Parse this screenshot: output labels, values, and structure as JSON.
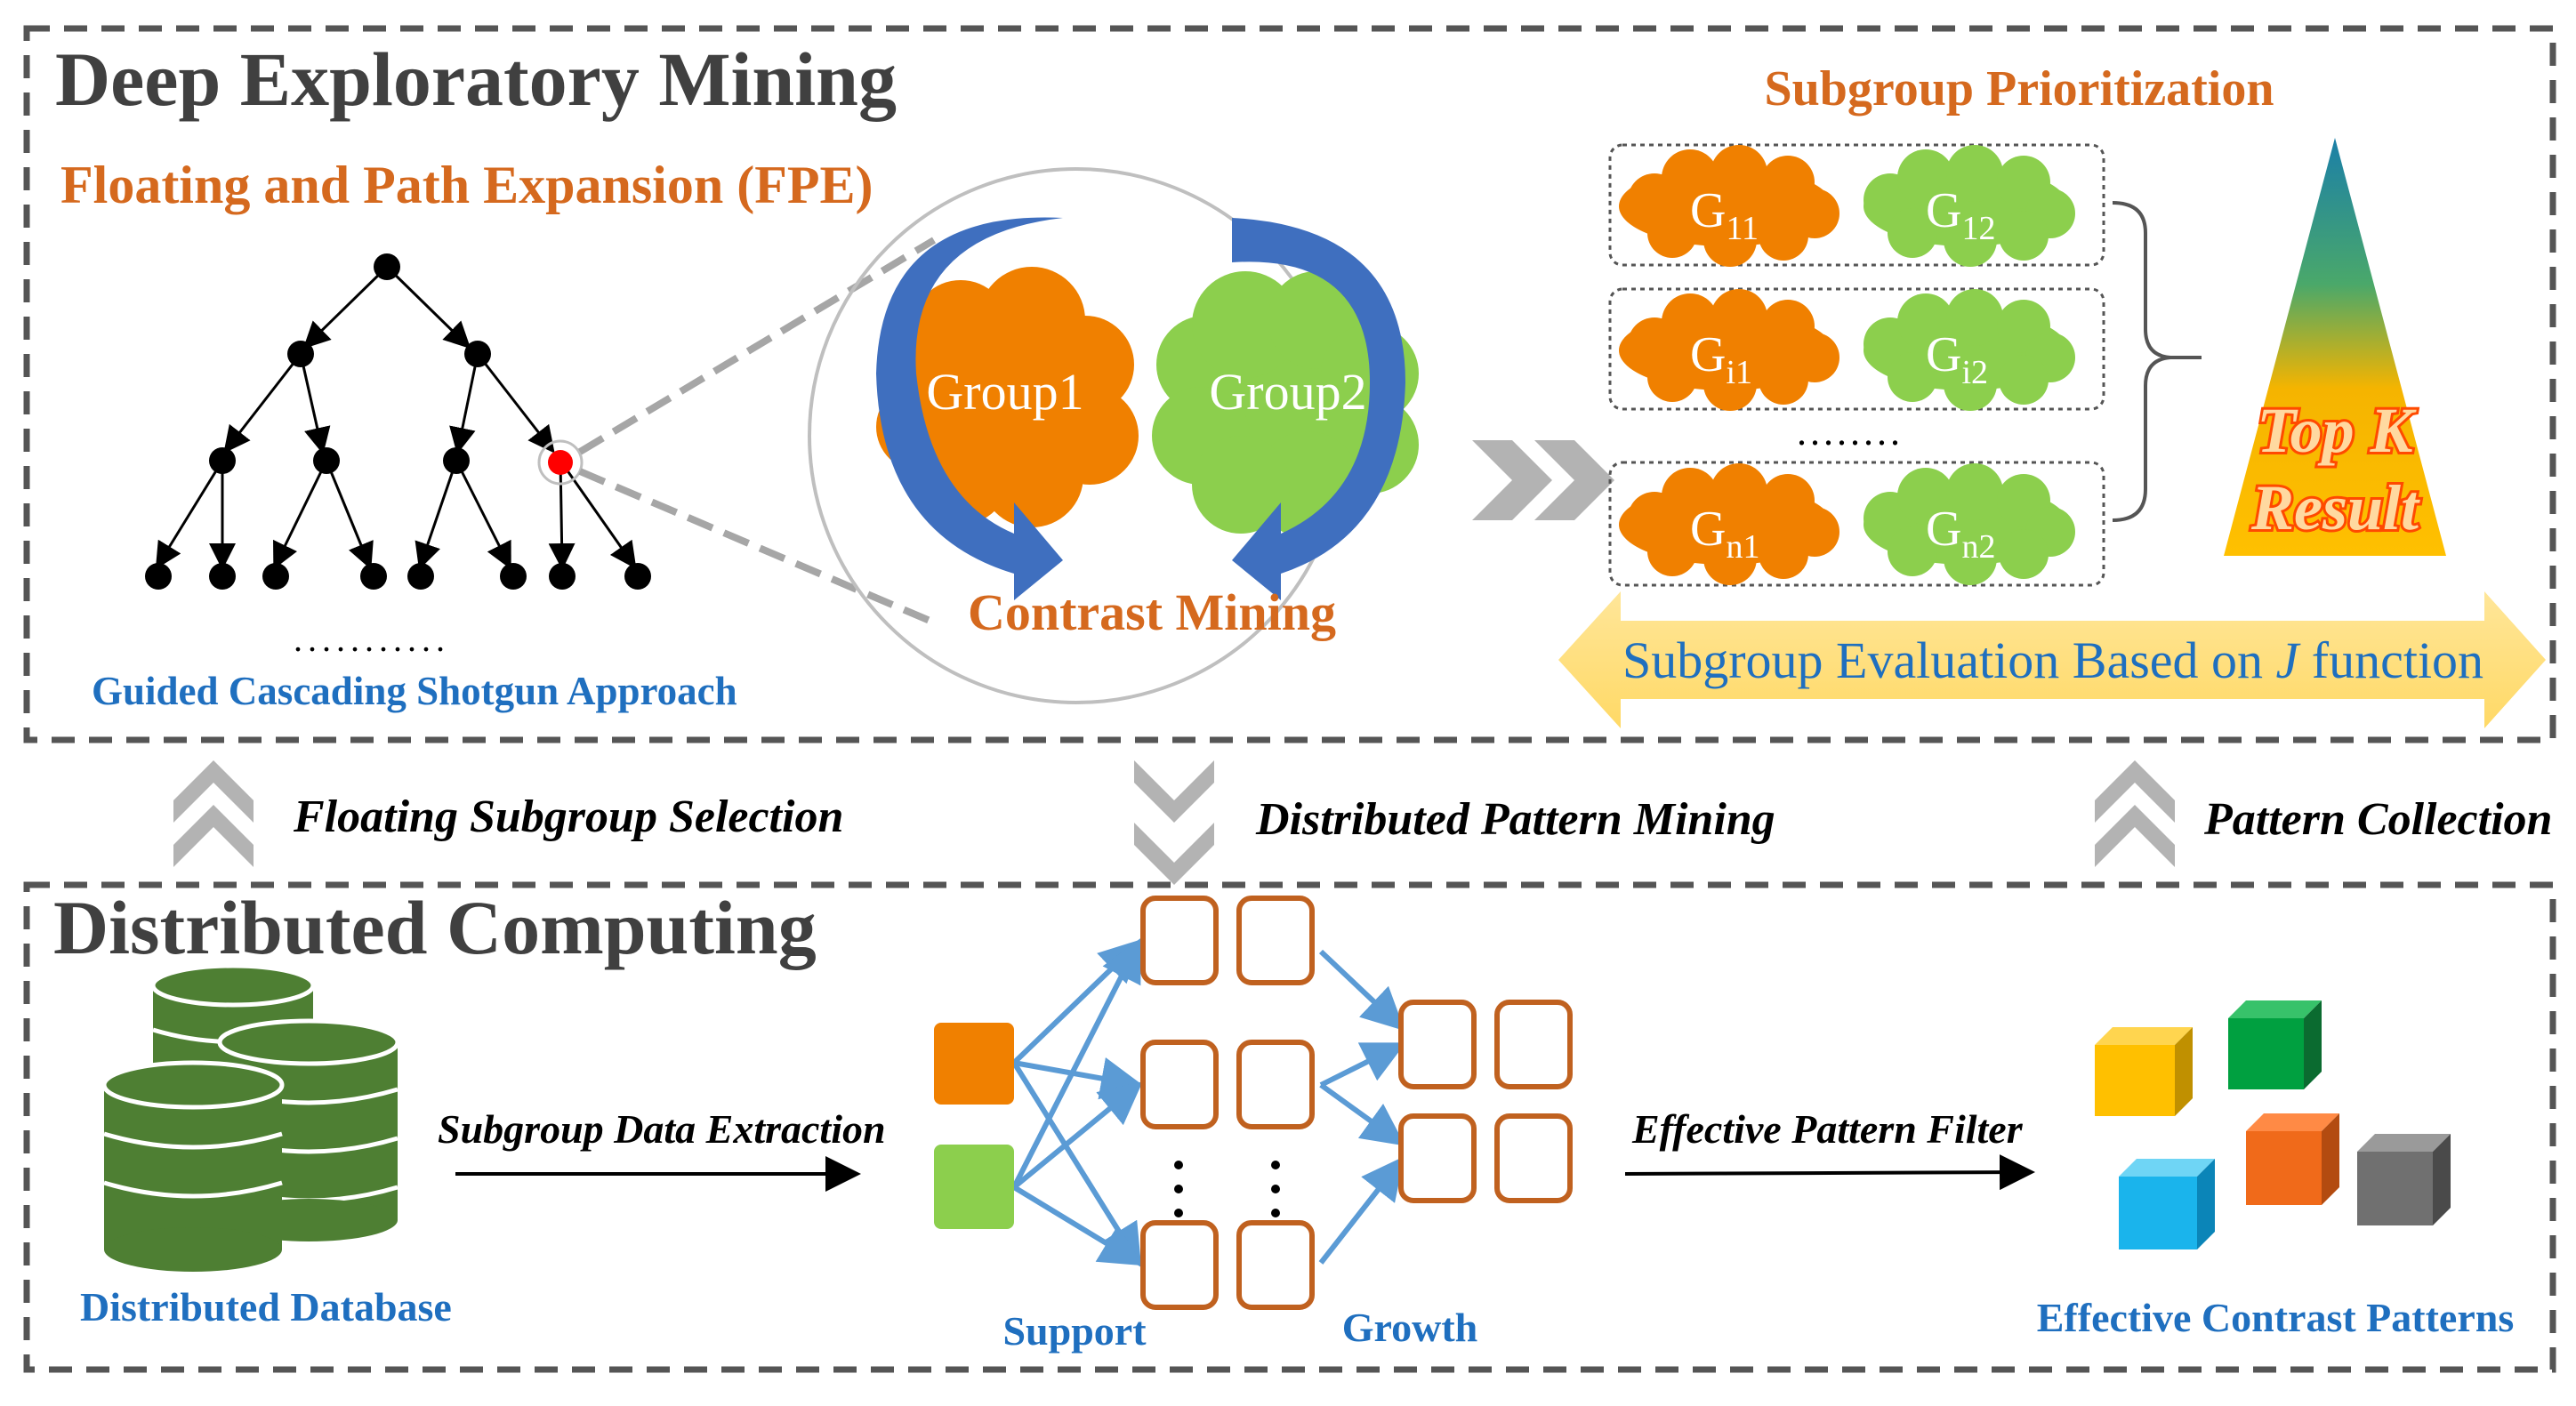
{
  "top_panel": {
    "title": "Deep Exploratory Mining",
    "fpe_title": "Floating and Path Expansion (FPE)",
    "tree_dots": "...........",
    "tree_caption": "Guided Cascading Shotgun Approach",
    "group1": "Group1",
    "group2": "Group2",
    "contrast_label": "Contrast Mining",
    "prior_title": "Subgroup Prioritization",
    "rows": [
      {
        "a": "G",
        "a_sub": "11",
        "b": "G",
        "b_sub": "12"
      },
      {
        "a": "G",
        "a_sub": "i1",
        "b": "G",
        "b_sub": "i2"
      },
      {
        "a": "G",
        "a_sub": "n1",
        "b": "G",
        "b_sub": "n2"
      }
    ],
    "row_dots": "........",
    "topk_line1": "Top K",
    "topk_line2": "Result",
    "eval_prefix": "Subgroup Evaluation Based on ",
    "eval_j": "J",
    "eval_suffix": " function"
  },
  "middle": {
    "left_label": "Floating Subgroup Selection",
    "center_label": "Distributed Pattern Mining",
    "right_label": "Pattern Collection"
  },
  "bottom_panel": {
    "title": "Distributed Computing",
    "db_caption": "Distributed Database",
    "extract_label": "Subgroup Data Extraction",
    "support_label": "Support",
    "growth_label": "Growth",
    "filter_label": "Effective Pattern Filter",
    "patterns_caption": "Effective Contrast Patterns"
  },
  "colors": {
    "orange": "#f08000",
    "orange_text": "#d5691e",
    "green": "#8ccf4d",
    "blue_text": "#1f6fbf",
    "blue_arrow": "#3f6fbf",
    "dark_green": "#4e7f33",
    "brown_box": "#c0611f",
    "dash": "#555555",
    "gray_chevron": "#b3b3b3"
  }
}
